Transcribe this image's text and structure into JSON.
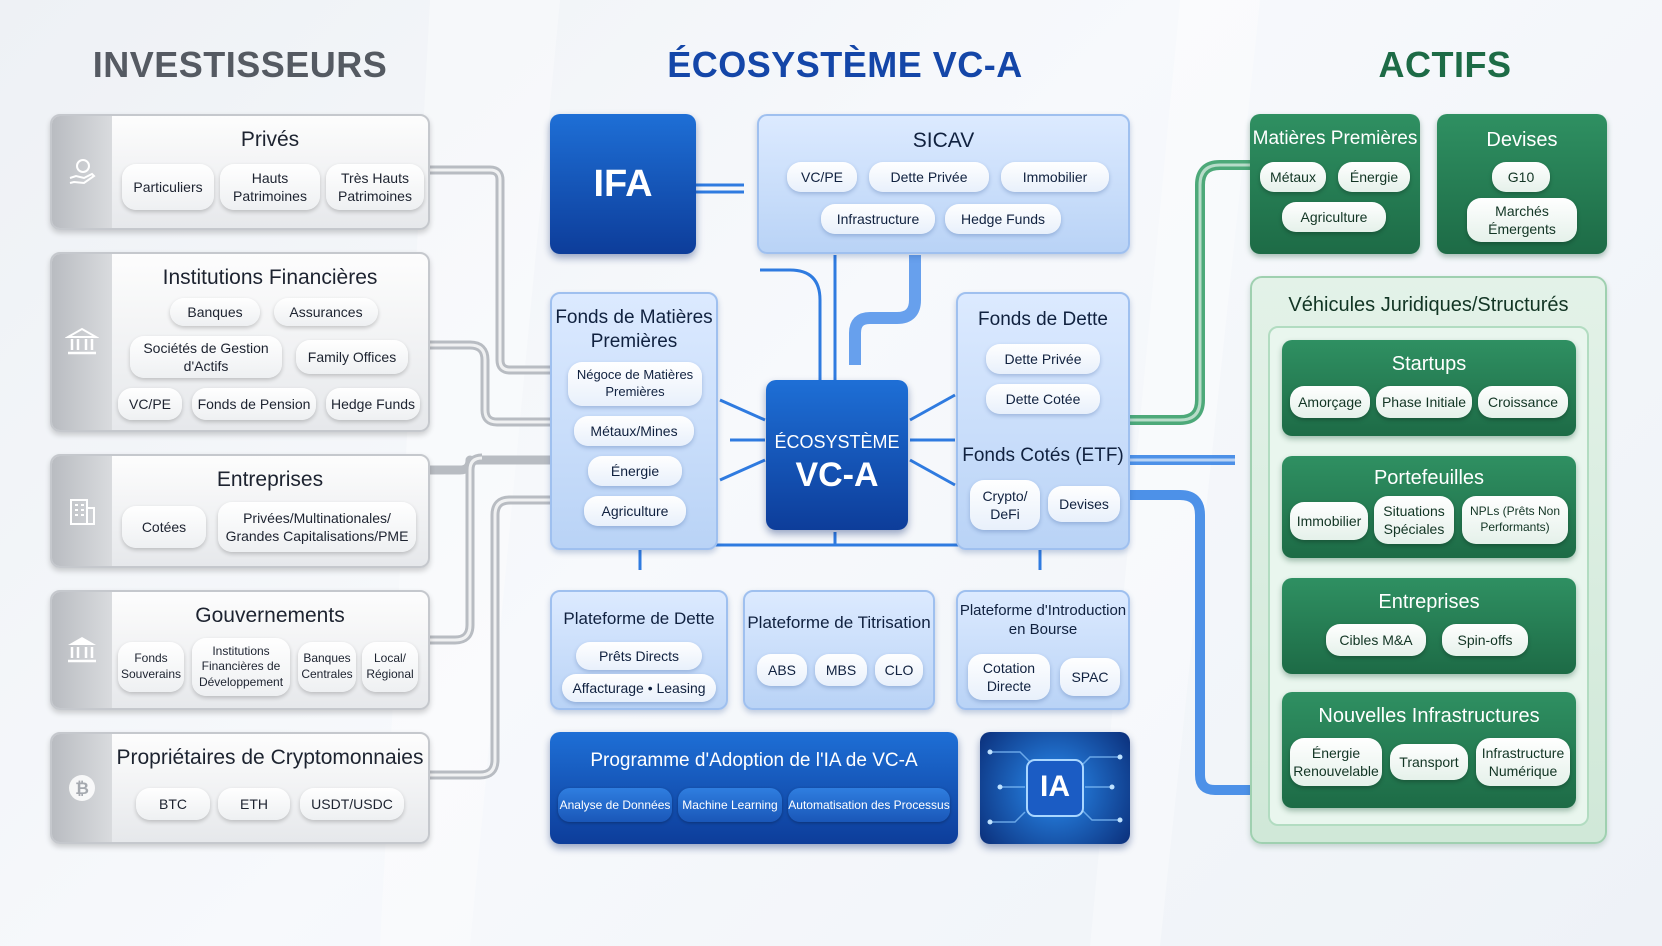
{
  "titles": {
    "investors": "INVESTISSEURS",
    "ecosystem": "ÉCOSYSTÈME VC-A",
    "assets": "ACTIFS"
  },
  "colors": {
    "investors_title": "#555a62",
    "ecosystem_title": "#1446a8",
    "assets_title": "#1d6b46",
    "grey_line": "#b8bcc2",
    "blue_line": "#2f7be0",
    "green_line": "#3aa06a"
  },
  "investors": {
    "prives": {
      "title": "Privés",
      "icon": "hand-coin-icon",
      "items": [
        "Particuliers",
        "Hauts Patrimoines",
        "Très Hauts Patrimoines"
      ]
    },
    "institutions": {
      "title": "Institutions Financières",
      "icon": "bank-icon",
      "items": [
        "Banques",
        "Assurances",
        "Sociétés de Gestion d'Actifs",
        "Family Offices",
        "VC/PE",
        "Fonds de Pension",
        "Hedge Funds"
      ]
    },
    "entreprises": {
      "title": "Entreprises",
      "icon": "building-icon",
      "items": [
        "Cotées",
        "Privées/Multinationales/ Grandes Capitalisations/PME"
      ]
    },
    "gouvernements": {
      "title": "Gouvernements",
      "icon": "government-icon",
      "items": [
        "Fonds Souverains",
        "Institutions Financières de Développement",
        "Banques Centrales",
        "Local/ Régional"
      ]
    },
    "crypto": {
      "title": "Propriétaires de Cryptomonnaies",
      "icon": "bitcoin-icon",
      "items": [
        "BTC",
        "ETH",
        "USDT/USDC"
      ]
    }
  },
  "center": {
    "ifa": "IFA",
    "sicav": {
      "title": "SICAV",
      "items": [
        "VC/PE",
        "Dette Privée",
        "Immobilier",
        "Infrastructure",
        "Hedge Funds"
      ]
    },
    "fonds_mp": {
      "title": "Fonds de Matières Premières",
      "items": [
        "Négoce de Matières Premières",
        "Métaux/Mines",
        "Énergie",
        "Agriculture"
      ]
    },
    "core": {
      "line1": "ÉCOSYSTÈME",
      "line2": "VC-A"
    },
    "fonds_dette": {
      "title": "Fonds de Dette",
      "items": [
        "Dette Privée",
        "Dette Cotée"
      ]
    },
    "etf": {
      "title": "Fonds Cotés (ETF)",
      "items": [
        "Crypto/ DeFi",
        "Devises"
      ]
    },
    "plateforme_dette": {
      "title": "Plateforme de Dette",
      "items": [
        "Prêts Directs",
        "Affacturage • Leasing"
      ]
    },
    "plateforme_titrisation": {
      "title": "Plateforme de Titrisation",
      "items": [
        "ABS",
        "MBS",
        "CLO"
      ]
    },
    "plateforme_bourse": {
      "title": "Plateforme d'Introduction en Bourse",
      "items": [
        "Cotation Directe",
        "SPAC"
      ]
    },
    "ia_program": {
      "title": "Programme d'Adoption de l'IA de VC-A",
      "items": [
        "Analyse de Données",
        "Machine Learning",
        "Automatisation des Processus"
      ]
    },
    "ia_badge": "IA"
  },
  "assets": {
    "matieres": {
      "title": "Matières Premières",
      "items": [
        "Métaux",
        "Énergie",
        "Agriculture"
      ]
    },
    "devises": {
      "title": "Devises",
      "items": [
        "G10",
        "Marchés Émergents"
      ]
    },
    "vehicules": {
      "title": "Véhicules Juridiques/Structurés",
      "startups": {
        "title": "Startups",
        "items": [
          "Amorçage",
          "Phase Initiale",
          "Croissance"
        ]
      },
      "portefeuilles": {
        "title": "Portefeuilles",
        "items": [
          "Immobilier",
          "Situations Spéciales",
          "NPLs (Prêts Non Performants)"
        ]
      },
      "entreprises": {
        "title": "Entreprises",
        "items": [
          "Cibles M&A",
          "Spin-offs"
        ]
      },
      "infrastructures": {
        "title": "Nouvelles Infrastructures",
        "items": [
          "Énergie Renouvelable",
          "Transport",
          "Infrastructure Numérique"
        ]
      }
    }
  }
}
